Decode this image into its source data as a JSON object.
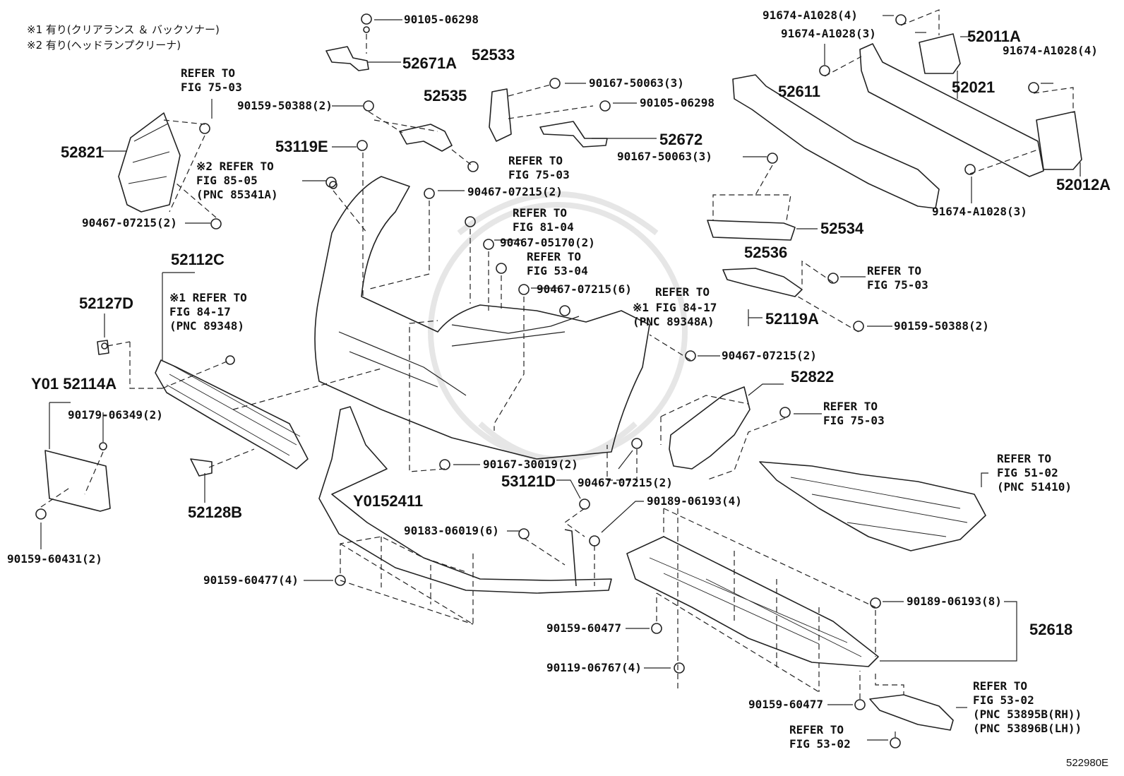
{
  "notes": {
    "note1": "※1 有り(クリアランス ＆ バックソナー)",
    "note2": "※2 有り(ヘッドランプクリーナ)"
  },
  "figure_id": "522980E",
  "labels": {
    "l_90105_top": "90105-06298",
    "l_52671A": "52671A",
    "l_52533": "52533",
    "l_52535": "52535",
    "l_90167_50063_3a": "90167-50063(3)",
    "l_90105_mid": "90105-06298",
    "l_52672": "52672",
    "l_refer_7503_a": "REFER TO\nFIG 75-03",
    "l_52821": "52821",
    "l_90159_50388_2a": "90159-50388(2)",
    "l_53119E": "53119E",
    "l_refer_8505": "※2 REFER TO\nFIG 85-05\n(PNC 85341A)",
    "l_refer_7503_b": "REFER TO\nFIG 75-03",
    "l_90467_07215_2a": "90467-07215(2)",
    "l_90467_07215_2b": "90467-07215(2)",
    "l_refer_8104": "REFER TO\nFIG 81-04",
    "l_90467_05170": "90467-05170(2)",
    "l_refer_5304": "REFER TO\nFIG 53-04",
    "l_90467_07215_6": "90467-07215(6)",
    "l_52112C": "52112C",
    "l_refer_8417_a": "※1 REFER TO\nFIG 84-17\n(PNC 89348)",
    "l_52127D": "52127D",
    "l_refer_8417_b": "※1 FIG 84-17\n(PNC 89348A)",
    "l_refer_8417_b_top": "REFER TO",
    "l_52119A": "52119A",
    "l_91674_4a": "91674-A1028(4)",
    "l_91674_3a": "91674-A1028(3)",
    "l_52011A": "52011A",
    "l_91674_4b": "91674-A1028(4)",
    "l_52611": "52611",
    "l_52021": "52021",
    "l_90167_50063_3b": "90167-50063(3)",
    "l_52012A": "52012A",
    "l_91674_3b": "91674-A1028(3)",
    "l_52534": "52534",
    "l_52536": "52536",
    "l_refer_7503_c": "REFER TO\nFIG 75-03",
    "l_90159_50388_2b": "90159-50388(2)",
    "l_90467_07215_2c": "90467-07215(2)",
    "l_52822": "52822",
    "l_refer_7503_d": "REFER TO\nFIG 75-03",
    "l_Y0152114A": "Y01 52114A",
    "l_90179_06349": "90179-06349(2)",
    "l_52128B": "52128B",
    "l_90159_60431": "90159-60431(2)",
    "l_90167_30019": "90167-30019(2)",
    "l_53121D": "53121D",
    "l_90467_07215_2d": "90467-07215(2)",
    "l_refer_5102": "REFER TO\nFIG 51-02\n(PNC 51410)",
    "l_Y0152411": "Y0152411",
    "l_90189_06193_4": "90189-06193(4)",
    "l_90183_06019": "90183-06019(6)",
    "l_90159_60477_4": "90159-60477(4)",
    "l_90189_06193_8": "90189-06193(8)",
    "l_52618": "52618",
    "l_90159_60477_a": "90159-60477",
    "l_90119_06767": "90119-06767(4)",
    "l_90159_60477_b": "90159-60477",
    "l_refer_5302_a": "REFER TO\nFIG 53-02\n(PNC 53895B(RH))\n(PNC 53896B(LH))",
    "l_refer_5302_b": "REFER TO\nFIG 53-02"
  }
}
